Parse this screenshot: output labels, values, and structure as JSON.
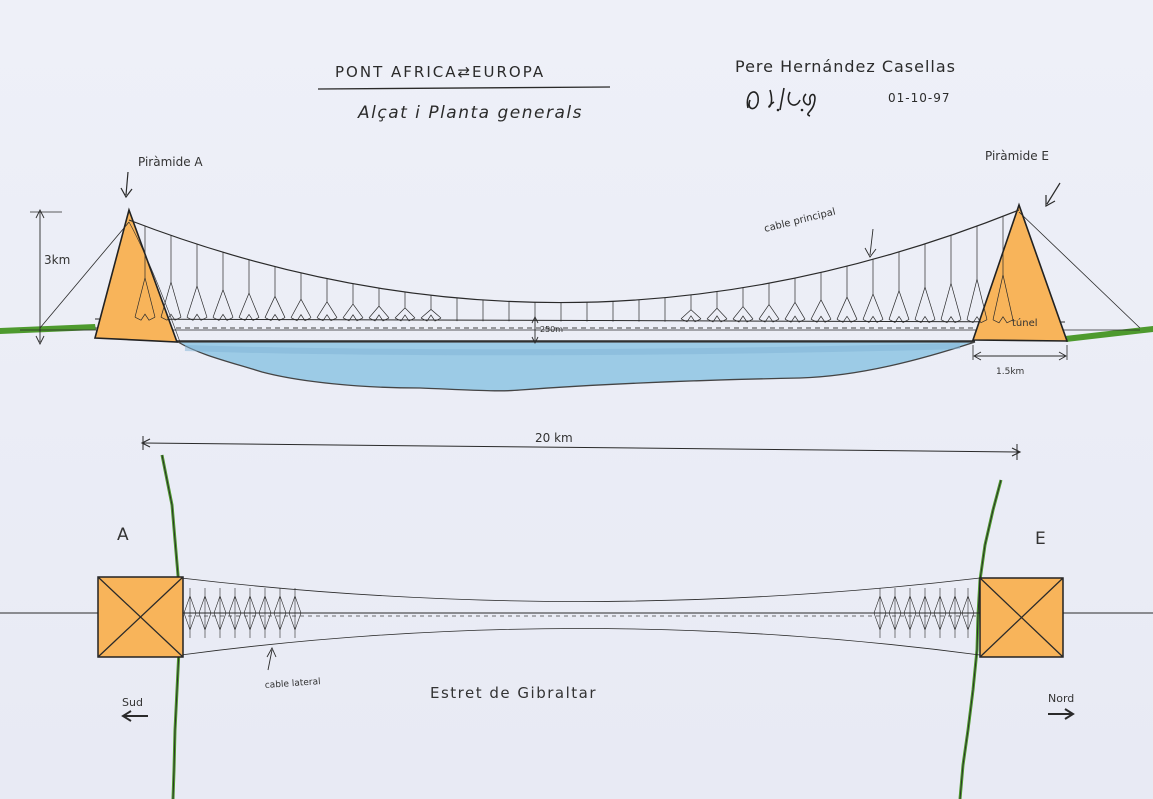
{
  "header": {
    "title": "PONT AFRICA⇄EUROPA",
    "subtitle": "Alçat i Planta generals",
    "author": "Pere Hernández Casellas",
    "date": "01-10-97"
  },
  "elevation": {
    "pyramid_a": "Piràmide A",
    "pyramid_e": "Piràmide E",
    "main_cable": "cable principal",
    "height": "3km",
    "clearance": "250m",
    "tunnel": "túnel",
    "base_width": "1.5km"
  },
  "plan": {
    "span": "20 km",
    "label_a": "A",
    "label_e": "E",
    "side_cable": "cable lateral",
    "strait": "Estret de Gibraltar",
    "south": "Sud",
    "north": "Nord"
  },
  "colors": {
    "pyramid_fill": "#f8b45a",
    "water_fill": "#9ccbe6",
    "land_green": "#4e9a2e",
    "ink": "#2a2a2a"
  }
}
